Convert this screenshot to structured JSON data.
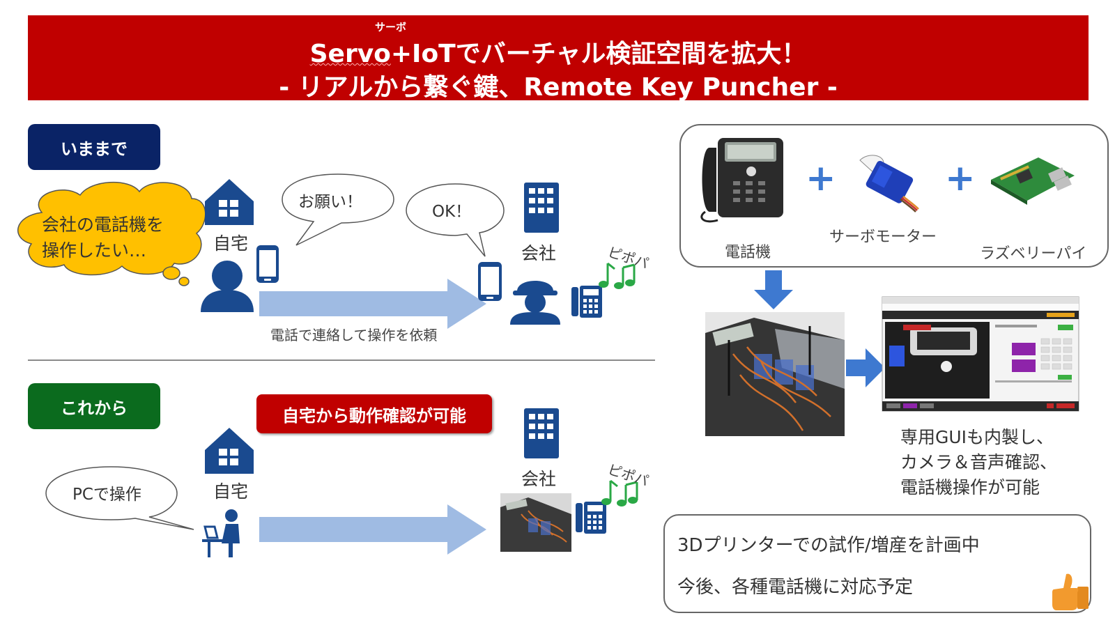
{
  "banner": {
    "ruby": "サーボ",
    "title_servo": "Servo",
    "title_rest": "+IoTでバーチャル検証空間を拡大！",
    "subtitle": "- リアルから繋ぐ鍵、Remote Key Puncher -"
  },
  "past": {
    "label": "いままで",
    "thought": [
      "会社の電話機を",
      "操作したい…"
    ],
    "home": "自宅",
    "speech_home": "お願い！",
    "speech_office": "OK！",
    "office": "会社",
    "sound": "ピポパ",
    "arrow_caption": "電話で連絡して操作を依頼"
  },
  "future": {
    "label": "これから",
    "badge": "自宅から動作確認が可能",
    "speech": "PCで操作",
    "home": "自宅",
    "office": "会社",
    "sound": "ピポパ"
  },
  "hardware": {
    "items": [
      "電話機",
      "サーボモーター",
      "ラズベリーパイ"
    ],
    "plus": "+"
  },
  "gui": {
    "caption": [
      "専用GUIも内製し、",
      "カメラ＆音声確認、",
      "電話機操作が可能"
    ]
  },
  "plan": {
    "line1": "3Dプリンターでの試作/増産を計画中",
    "line2": "今後、各種電話機に対応予定"
  },
  "colors": {
    "banner_red": "#c00000",
    "navy": "#0a2366",
    "green": "#0b6b1e",
    "icon_blue": "#1a4a8f",
    "arrow_blue": "#9fbbe3",
    "arrow_dark": "#3e79d0",
    "cloud_yellow": "#ffc000",
    "note_green": "#2aa846"
  }
}
